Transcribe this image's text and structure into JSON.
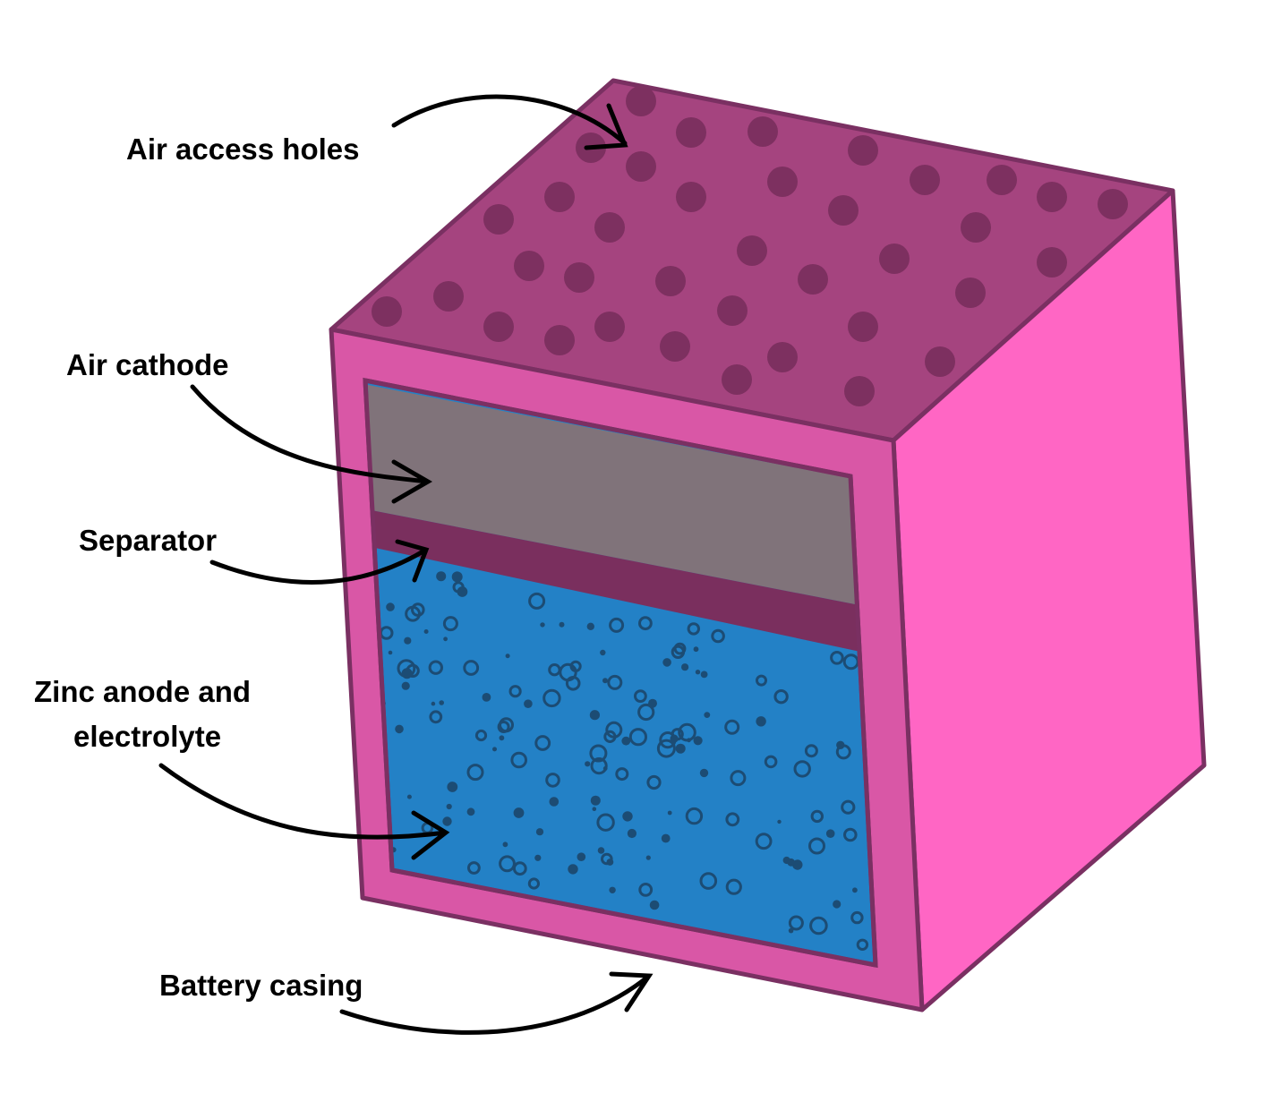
{
  "title": "Zinc-air battery diagram",
  "labels": {
    "air_access_holes": "Air access holes",
    "air_cathode": "Air cathode",
    "separator": "Separator",
    "zinc_line1": "Zinc anode and",
    "zinc_line2": "electrolyte",
    "battery_casing": "Battery casing"
  },
  "colors": {
    "top_face": "#a5447f",
    "holes": "#7d3060",
    "front_face": "#d957a6",
    "right_face": "#ff66c4",
    "outline": "#7a3062",
    "air_cathode": "#80737a",
    "separator": "#7a2f5e",
    "electrolyte": "#2381c6",
    "bubbles": "#1c4c74"
  }
}
